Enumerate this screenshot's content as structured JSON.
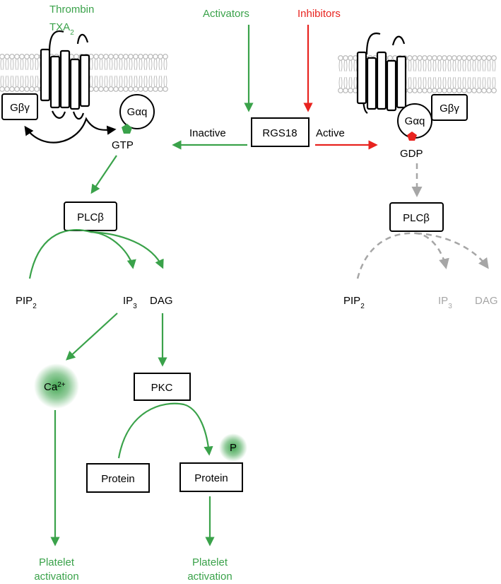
{
  "colors": {
    "activator": "#3aa24a",
    "inhibitor": "#e8231f",
    "inactive_path": "#3aa24a",
    "dimmed": "#a6a6a6",
    "black": "#000000",
    "gtp_marker": "#3aa24a",
    "gdp_marker": "#e8231f"
  },
  "left_receptor": {
    "agonist_1": "Thrombin",
    "agonist_2_base": "TXA",
    "agonist_2_sub": "2",
    "gbg": "Gβγ",
    "gaq": "Gαq",
    "nucleotide": "GTP"
  },
  "right_receptor": {
    "gbg": "Gβγ",
    "gaq": "Gαq",
    "nucleotide": "GDP"
  },
  "regulation": {
    "activators": "Activators",
    "inhibitors": "Inhibitors",
    "rgs": "RGS18",
    "inactive": "Inactive",
    "active": "Active"
  },
  "left_pathway": {
    "plc": "PLCβ",
    "pip2_base": "PIP",
    "pip2_sub": "2",
    "ip3_base": "IP",
    "ip3_sub": "3",
    "dag": "DAG",
    "ca_base": "Ca",
    "ca_sup": "2+",
    "pkc": "PKC",
    "protein": "Protein",
    "protein_p": "Protein",
    "phospho": "P",
    "outcome_1_line1": "Platelet",
    "outcome_1_line2": "activation",
    "outcome_2_line1": "Platelet",
    "outcome_2_line2": "activation"
  },
  "right_pathway": {
    "plc": "PLCβ",
    "pip2_base": "PIP",
    "pip2_sub": "2",
    "ip3_base": "IP",
    "ip3_sub": "3",
    "dag": "DAG"
  }
}
